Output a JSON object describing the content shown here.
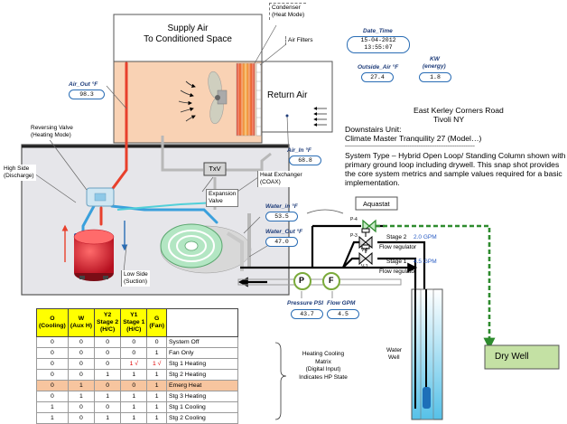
{
  "supply_air": {
    "line1": "Supply Air",
    "line2": "To Conditioned Space"
  },
  "return_air": "Return Air",
  "callouts": {
    "condenser": {
      "line1": "Condenser",
      "line2": "(Heat Mode)"
    },
    "air_filters": "Air Filters",
    "reversing_valve": {
      "line1": "Reversing Valve",
      "line2": "(Heating Mode)"
    },
    "high_side": {
      "line1": "High Side",
      "line2": "(Discharge)"
    },
    "heat_exchanger": {
      "line1": "Heat Exchanger",
      "line2": "(COAX)"
    },
    "expansion_valve": {
      "line1": "Expansion",
      "line2": "Valve"
    },
    "low_side": {
      "line1": "Low Side",
      "line2": "(Suction)"
    }
  },
  "txv_label": "TxV",
  "readings": {
    "air_out": {
      "title": "Air_Out °F",
      "value": "98.3"
    },
    "air_in": {
      "title": "Air_In °F",
      "value": "68.8"
    },
    "water_in": {
      "title": "Water_in °F",
      "value": "53.5"
    },
    "water_out": {
      "title": "Water_Out °F",
      "value": "47.0"
    },
    "date_time": {
      "title": "Date_Time",
      "date": "15-04-2012",
      "time": "13:55:07"
    },
    "outside_air": {
      "title": "Outside_Air °F",
      "value": "27.4"
    },
    "kw": {
      "title": "KW",
      "subtitle": "(energy)",
      "value": "1.8"
    },
    "pressure": {
      "title": "Pressure PSI",
      "value": "43.7"
    },
    "flow": {
      "title": "Flow GPM",
      "value": "4.5"
    }
  },
  "info": {
    "address1": "East Kerley Corners Road",
    "address2": "Tivoli NY",
    "unit1": "Downstairs Unit:",
    "unit2": "Climate Master Tranquility 27 (Model…)",
    "dashes": "------------------------------------------------------------------------",
    "desc1": "System Type – Hybrid Open Loop/ Standing Column shown with",
    "desc2": "primary ground loop including drywell. This snap shot provides",
    "desc3": "the core system metrics and sample values required for a basic",
    "desc4": "implementation."
  },
  "water_side": {
    "aquastat": "Aquastat",
    "p4": "P-4",
    "p3": "P-3",
    "v2": "V-2",
    "v1": "V-1",
    "stage2": "Stage 2",
    "stage1": "Stage 1",
    "gpm2": "2.0 GPM",
    "gpm1": "4.5 GPM",
    "flow_reg1": "Flow regulator",
    "flow_reg2": "Flow regulator",
    "p_symbol": "P",
    "f_symbol": "F",
    "water_well1": "Water",
    "water_well2": "Well",
    "dry_well": "Dry Well"
  },
  "matrix": {
    "headers": [
      {
        "l1": "O",
        "l2": "(Cooling)",
        "l3": ""
      },
      {
        "l1": "W",
        "l2": "(Aux H)",
        "l3": ""
      },
      {
        "l1": "Y2",
        "l2": "Stage 2",
        "l3": "(H/C)"
      },
      {
        "l1": "Y1",
        "l2": "Stage 1",
        "l3": "(H/C)"
      },
      {
        "l1": "G",
        "l2": "(Fan)",
        "l3": ""
      }
    ],
    "rows": [
      {
        "c": [
          "0",
          "0",
          "0",
          "0",
          "0"
        ],
        "state": "System Off"
      },
      {
        "c": [
          "0",
          "0",
          "0",
          "0",
          "1"
        ],
        "state": "Fan Only"
      },
      {
        "c": [
          "0",
          "0",
          "0",
          "1 √",
          "1 √"
        ],
        "state": "Stg 1 Heating"
      },
      {
        "c": [
          "0",
          "0",
          "1",
          "1",
          "1"
        ],
        "state": "Stg 2 Heating"
      },
      {
        "c": [
          "0",
          "1",
          "0",
          "0",
          "1"
        ],
        "state": "Emerg Heat"
      },
      {
        "c": [
          "0",
          "1",
          "1",
          "1",
          "1"
        ],
        "state": "Stg 3 Heating"
      },
      {
        "c": [
          "1",
          "0",
          "0",
          "1",
          "1"
        ],
        "state": "Stg 1 Cooling"
      },
      {
        "c": [
          "1",
          "0",
          "1",
          "1",
          "1"
        ],
        "state": "Stg 2 Cooling"
      }
    ],
    "note": {
      "l1": "Heating Cooling",
      "l2": "Matrix",
      "l3": "(Digital Input)",
      "l4": "Indicates HP State"
    }
  },
  "colors": {
    "hot": "#e8402c",
    "cold": "#3aa0dc",
    "air_box": "#f9d2b4",
    "highlight": "#f7c59f",
    "header": "#ffff00",
    "green": "#2e8b2e"
  }
}
